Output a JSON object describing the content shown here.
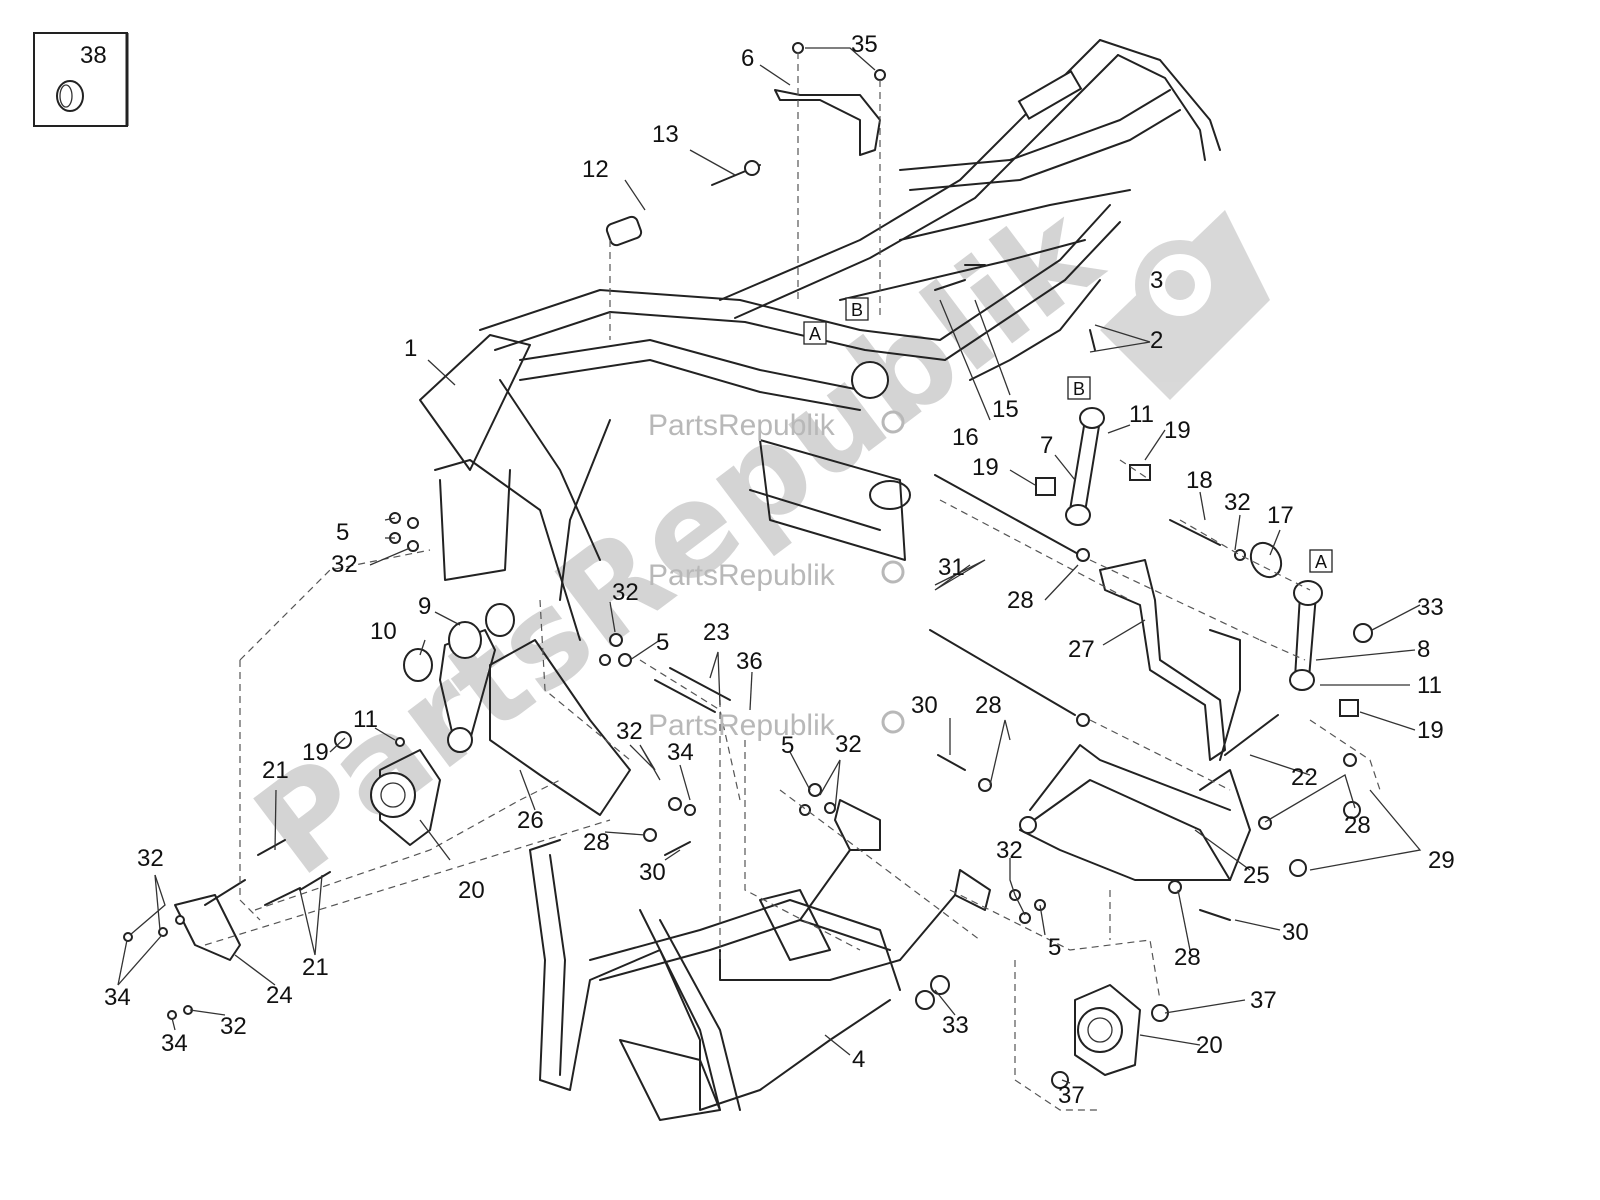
{
  "watermark": {
    "brand": "PartsRepublik",
    "diagonal_text": "PartsRepublik"
  },
  "inset": {
    "part_number": "38"
  },
  "reference_boxes": [
    "A",
    "B",
    "B",
    "A"
  ],
  "callouts": [
    "1",
    "2",
    "3",
    "4",
    "5",
    "5",
    "5",
    "5",
    "6",
    "7",
    "8",
    "9",
    "10",
    "11",
    "11",
    "11",
    "12",
    "13",
    "15",
    "16",
    "17",
    "18",
    "19",
    "19",
    "19",
    "19",
    "20",
    "20",
    "21",
    "21",
    "22",
    "23",
    "24",
    "25",
    "26",
    "27",
    "28",
    "28",
    "28",
    "28",
    "28",
    "28",
    "29",
    "30",
    "30",
    "30",
    "31",
    "32",
    "32",
    "32",
    "32",
    "32",
    "32",
    "32",
    "32",
    "32",
    "33",
    "33",
    "34",
    "34",
    "34",
    "35",
    "36",
    "37",
    "37"
  ],
  "colors": {
    "line": "#222222",
    "watermark": "#c9c9c9",
    "background": "#ffffff"
  }
}
